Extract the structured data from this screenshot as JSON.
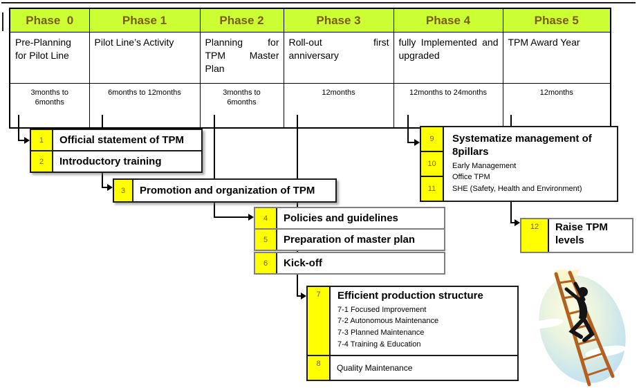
{
  "colors": {
    "phase_header_bg": "#ccff33",
    "phase_header_text": "#7a5c00",
    "step_number_bg": "#ffff00",
    "step_number_text": "#7a5c00",
    "dark_border": "#1a1a1a",
    "gray_border": "#7f7f7f"
  },
  "table": {
    "columns": [
      {
        "phase": "Phase  0",
        "desc": "Pre-Planning for Pilot Line",
        "duration": "3months to\n6months"
      },
      {
        "phase": "Phase 1",
        "desc": "Pilot Line’s Activity",
        "duration": "6months to 12months"
      },
      {
        "phase": "Phase 2",
        "desc": "Planning for TPM Master Plan",
        "duration": "3months to\n6months"
      },
      {
        "phase": "Phase 3",
        "desc": "Roll-out first anniversary",
        "duration": "12months"
      },
      {
        "phase": "Phase 4",
        "desc": "fully Implemented and upgraded",
        "duration": "12months to 24months"
      },
      {
        "phase": "Phase 5",
        "desc": "TPM Award Year",
        "duration": "12months"
      }
    ]
  },
  "steps": [
    {
      "num": "1",
      "label": "Official statement of TPM"
    },
    {
      "num": "2",
      "label": "Introductory training"
    },
    {
      "num": "3",
      "label": "Promotion and organization of TPM"
    },
    {
      "num": "4",
      "label": "Policies and guidelines"
    },
    {
      "num": "5",
      "label": "Preparation of master plan"
    },
    {
      "num": "6",
      "label": "Kick-off"
    },
    {
      "num": "7",
      "label": "Efficient production structure",
      "subitems": [
        "7-1 Focused Improvement",
        "7-2 Autonomous Maintenance",
        "7-3 Planned Maintenance",
        "7-4 Training & Education"
      ]
    },
    {
      "num": "8",
      "label": "Quality Maintenance"
    },
    {
      "num": "9"
    },
    {
      "num": "10"
    },
    {
      "num": "11"
    },
    {
      "num": "12",
      "label": "Raise TPM levels"
    }
  ],
  "pillars_box": {
    "title": "Systematize management of 8pillars",
    "subitems": [
      "Early Management",
      "Office TPM",
      "SHE (Safety, Health and Environment)"
    ]
  },
  "art": {
    "name": "person-climbing-ladder-clipart"
  }
}
